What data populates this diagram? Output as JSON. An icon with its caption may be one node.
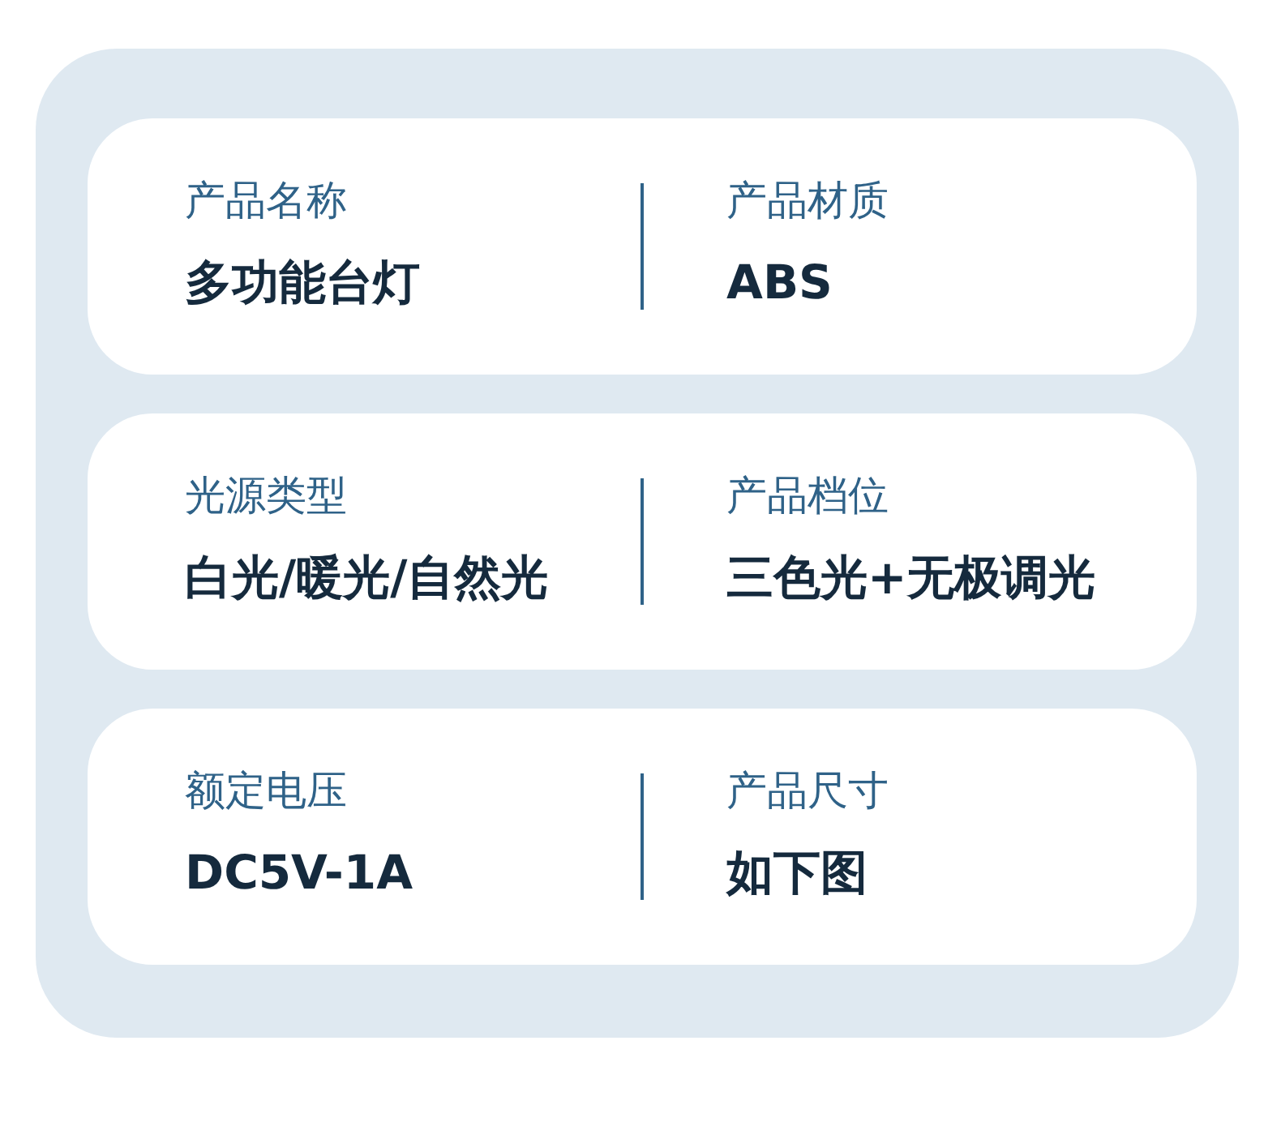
{
  "diagram": {
    "nodes": [
      {
        "text": [],
        "shape": "box"
      },
      {
        "text": [
          "产品名称",
          "多功能台灯",
          "产品材质",
          "ABS"
        ],
        "in": 0
      },
      {
        "text": [
          "光源类型",
          "白光/暖光/自然光",
          "产品档位",
          "三色光+无极调光"
        ],
        "in": 0
      },
      {
        "text": [
          "额定电压",
          "DC5V-1A",
          "产品尺寸",
          "如下图"
        ],
        "in": 0
      }
    ]
  }
}
